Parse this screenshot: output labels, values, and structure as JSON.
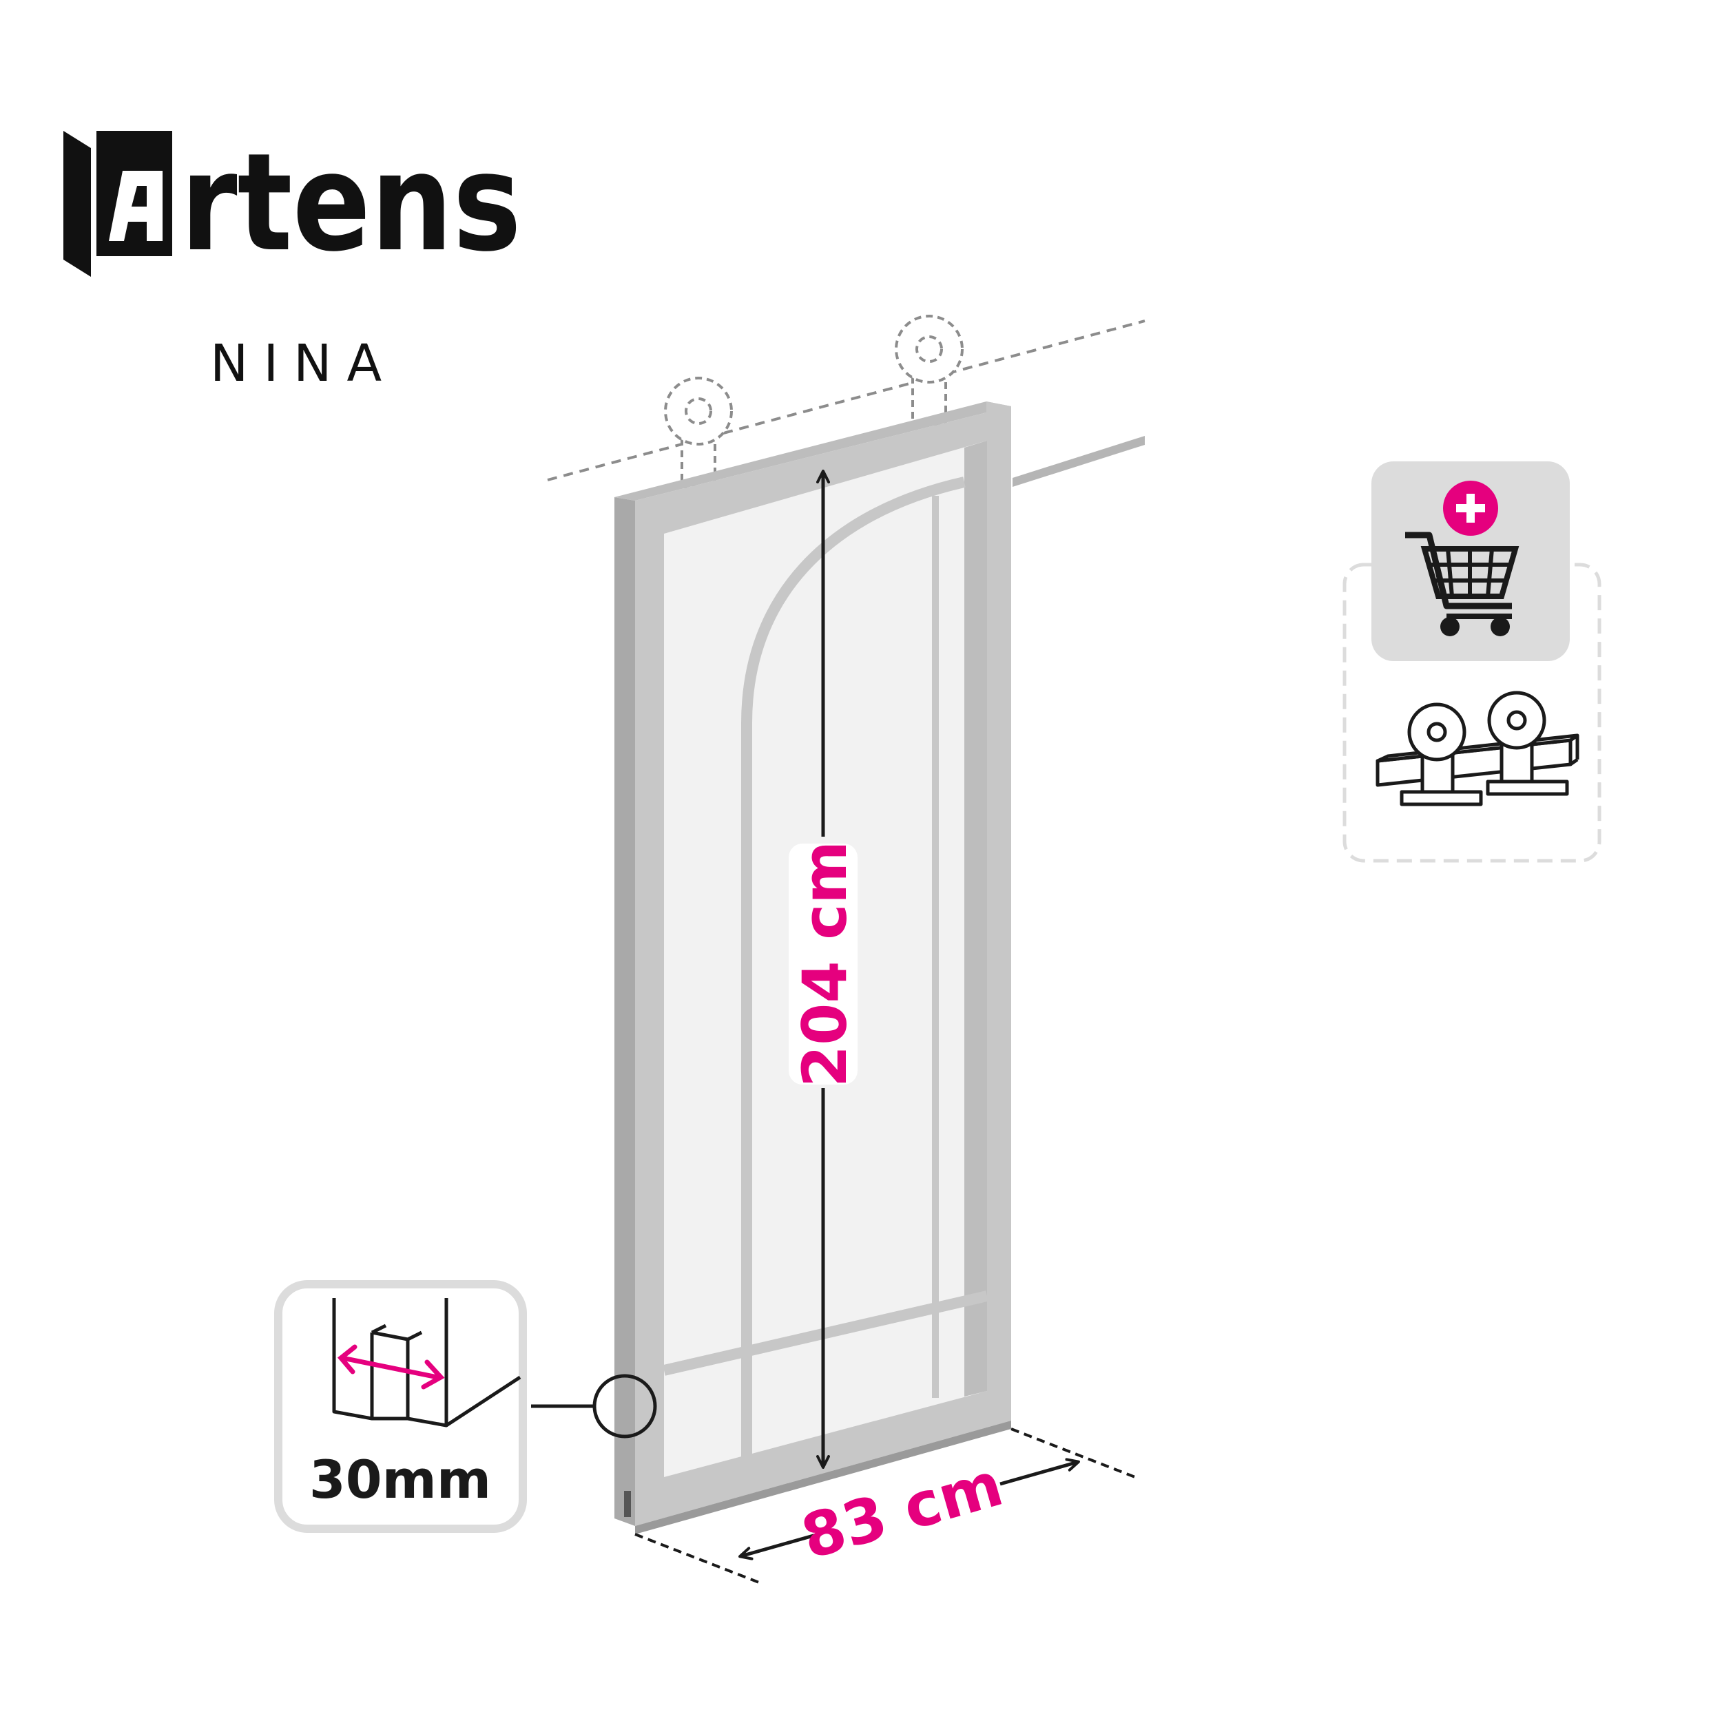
{
  "brand": {
    "name": "Artens",
    "product": "NINA"
  },
  "dimensions": {
    "height": "204 cm",
    "width": "83 cm",
    "thickness": "30mm"
  },
  "colors": {
    "accent": "#e5007e",
    "frame": "#c7c7c7",
    "frame_dark": "#a9a9a9",
    "glass": "#f2f2f2",
    "ink": "#1a1a1a",
    "dash": "#8c8c8c",
    "panel": "#dcdcdc"
  },
  "icons": {
    "cart": "cart-plus-icon",
    "hardware": "sliding-rail-icon",
    "thickness": "thickness-icon",
    "logo": "artens-logo"
  }
}
